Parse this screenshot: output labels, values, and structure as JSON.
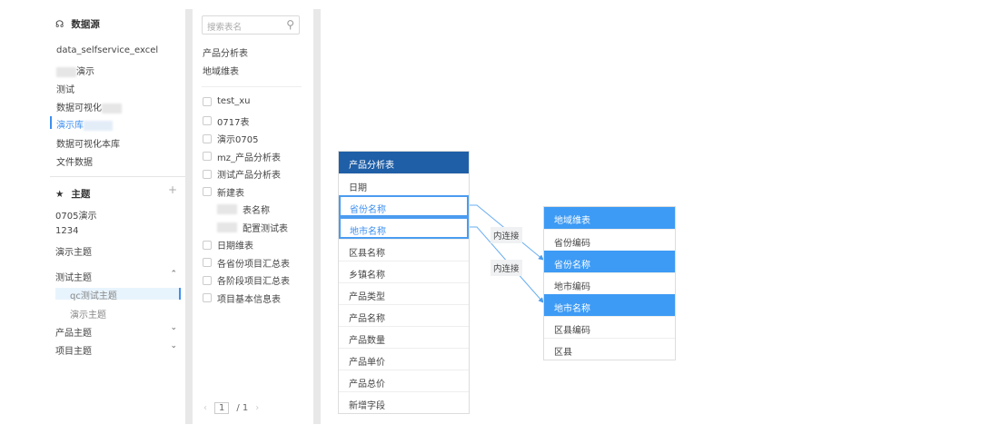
{
  "datasource": {
    "title": "数据源",
    "items": [
      "data_selfservice_excel",
      "演示",
      "测试",
      "数据可视化",
      "演示库",
      "数据可视化本库",
      "文件数据"
    ],
    "active_index": 4
  },
  "theme": {
    "title": "主题",
    "add_label": "+",
    "items": [
      "0705演示",
      "1234",
      "演示主题",
      "测试主题"
    ],
    "sub_items": [
      "qc测试主题",
      "演示主题"
    ],
    "more_items": [
      "产品主题",
      "项目主题"
    ]
  },
  "tables_panel": {
    "search_placeholder": "搜索表名",
    "selected_tables": [
      "产品分析表",
      "地域维表"
    ],
    "tables": [
      "test_xu",
      "0717表",
      "演示0705",
      "mz_产品分析表",
      "测试产品分析表",
      "新建表",
      "表名称",
      "配置测试表",
      "日期维表",
      "各省份项目汇总表",
      "各阶段项目汇总表",
      "项目基本信息表"
    ],
    "pagination": {
      "current": "1",
      "total": "/ 1"
    }
  },
  "canvas": {
    "left_table": {
      "title": "产品分析表",
      "fields": [
        "日期",
        "省份名称",
        "地市名称",
        "区县名称",
        "乡镇名称",
        "产品类型",
        "产品名称",
        "产品数量",
        "产品单价",
        "产品总价",
        "新增字段"
      ],
      "color": "#1f5fa8"
    },
    "right_table": {
      "title": "地域维表",
      "fields": [
        "省份编码",
        "省份名称",
        "地市编码",
        "地市名称",
        "区县编码",
        "区县"
      ],
      "color": "#3d9bf5"
    },
    "joins": [
      {
        "label": "内连接",
        "from": "省份名称",
        "to": "省份名称"
      },
      {
        "label": "内连接",
        "from": "地市名称",
        "to": "地市名称"
      }
    ]
  }
}
